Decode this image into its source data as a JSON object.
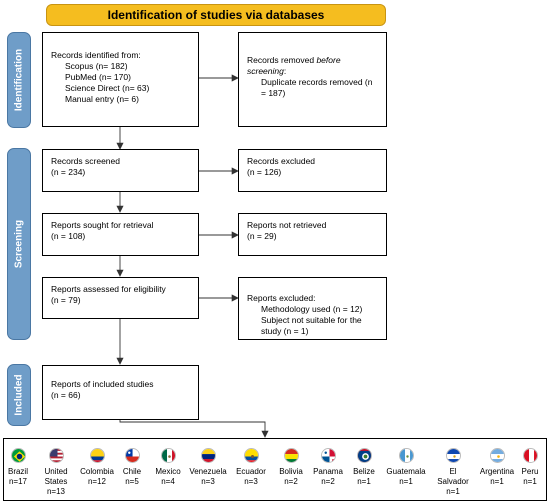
{
  "header": {
    "title": "Identification of studies via databases"
  },
  "phases": {
    "identification": "Identification",
    "screening": "Screening",
    "included": "Included"
  },
  "identified": {
    "line1": "Records identified from:",
    "items": [
      "Scopus (n= 182)",
      "PubMed (n= 170)",
      "Science Direct (n= 63)",
      "Manual entry (n= 6)"
    ]
  },
  "removed": {
    "line1": "Records removed ",
    "line1_italic": "before",
    "line2_italic": "screening",
    "line2_rest": ":",
    "item1": "Duplicate records removed (n",
    "item2": "= 187)"
  },
  "screened": {
    "label": "Records screened",
    "count": "(n = 234)"
  },
  "excluded": {
    "label": "Records excluded",
    "count": "(n = 126)"
  },
  "sought": {
    "label": "Reports sought for retrieval",
    "count": "(n = 108)"
  },
  "not_retrieved": {
    "label": "Reports not retrieved",
    "count": "(n = 29)"
  },
  "assessed": {
    "label": "Reports assessed for eligibility",
    "count": "(n = 79)"
  },
  "reports_excluded": {
    "label": "Reports excluded:",
    "item1": "Methodology used (n = 12)",
    "item2": "Subject not suitable for the",
    "item3": "study (n = 1)"
  },
  "included_studies": {
    "label": "Reports of included studies",
    "count": "(n = 66)"
  },
  "countries": [
    {
      "name": "Brazil",
      "name2": "",
      "count": "n=17",
      "flag": "brazil"
    },
    {
      "name": "United",
      "name2": "States",
      "count": "n=13",
      "flag": "usa"
    },
    {
      "name": "Colombia",
      "name2": "",
      "count": "n=12",
      "flag": "colombia"
    },
    {
      "name": "Chile",
      "name2": "",
      "count": "n=5",
      "flag": "chile"
    },
    {
      "name": "Mexico",
      "name2": "",
      "count": "n=4",
      "flag": "mexico"
    },
    {
      "name": "Venezuela",
      "name2": "",
      "count": "n=3",
      "flag": "venezuela"
    },
    {
      "name": "Ecuador",
      "name2": "",
      "count": "n=3",
      "flag": "ecuador"
    },
    {
      "name": "Bolivia",
      "name2": "",
      "count": "n=2",
      "flag": "bolivia"
    },
    {
      "name": "Panama",
      "name2": "",
      "count": "n=2",
      "flag": "panama"
    },
    {
      "name": "Belize",
      "name2": "",
      "count": "n=1",
      "flag": "belize"
    },
    {
      "name": "Guatemala",
      "name2": "",
      "count": "n=1",
      "flag": "guatemala"
    },
    {
      "name": "El",
      "name2": "Salvador",
      "count": "n=1",
      "flag": "el-salvador"
    },
    {
      "name": "Argentina",
      "name2": "",
      "count": "n=1",
      "flag": "argentina"
    },
    {
      "name": "Peru",
      "name2": "",
      "count": "n=1",
      "flag": "peru"
    }
  ]
}
